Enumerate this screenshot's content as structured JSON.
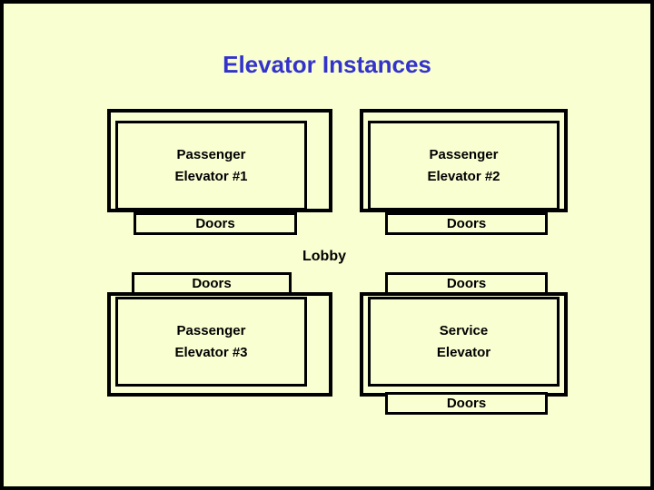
{
  "slide": {
    "title": "Elevator Instances",
    "title_color": "#3333CC",
    "background_color": "#FAFFD2",
    "border_color": "#000000",
    "text_color": "#000000"
  },
  "lobby": {
    "label": "Lobby"
  },
  "elevators": [
    {
      "id": "passenger-elevator-1",
      "name_line1": "Passenger",
      "name_line2": "Elevator #1",
      "doors_label": "Doors",
      "doors_position": "bottom"
    },
    {
      "id": "passenger-elevator-2",
      "name_line1": "Passenger",
      "name_line2": "Elevator #2",
      "doors_label": "Doors",
      "doors_position": "bottom"
    },
    {
      "id": "passenger-elevator-3",
      "name_line1": "Passenger",
      "name_line2": "Elevator #3",
      "doors_label": "Doors",
      "doors_position": "top"
    },
    {
      "id": "service-elevator",
      "name_line1": "Service",
      "name_line2": "Elevator",
      "doors_label_top": "Doors",
      "doors_label_bottom": "Doors",
      "doors_position": "top-and-bottom"
    }
  ]
}
